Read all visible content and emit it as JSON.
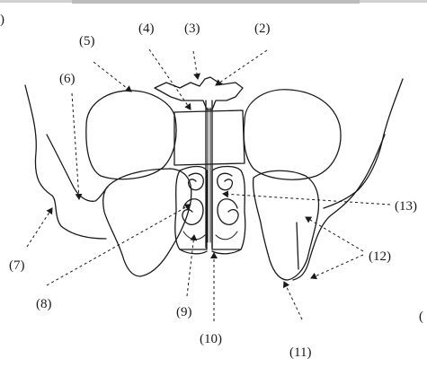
{
  "diagram": {
    "edge_marks": {
      "top_left": ")",
      "right_side": "("
    },
    "labels": [
      {
        "id": "2",
        "text": "(2)"
      },
      {
        "id": "3",
        "text": "(3)"
      },
      {
        "id": "4",
        "text": "(4)"
      },
      {
        "id": "5",
        "text": "(5)"
      },
      {
        "id": "6",
        "text": "(6)"
      },
      {
        "id": "7",
        "text": "(7)"
      },
      {
        "id": "8",
        "text": "(8)"
      },
      {
        "id": "9",
        "text": "(9)"
      },
      {
        "id": "10",
        "text": "(10)"
      },
      {
        "id": "11",
        "text": "(11)"
      },
      {
        "id": "12",
        "text": "(12)"
      },
      {
        "id": "13",
        "text": "(13)"
      }
    ]
  }
}
